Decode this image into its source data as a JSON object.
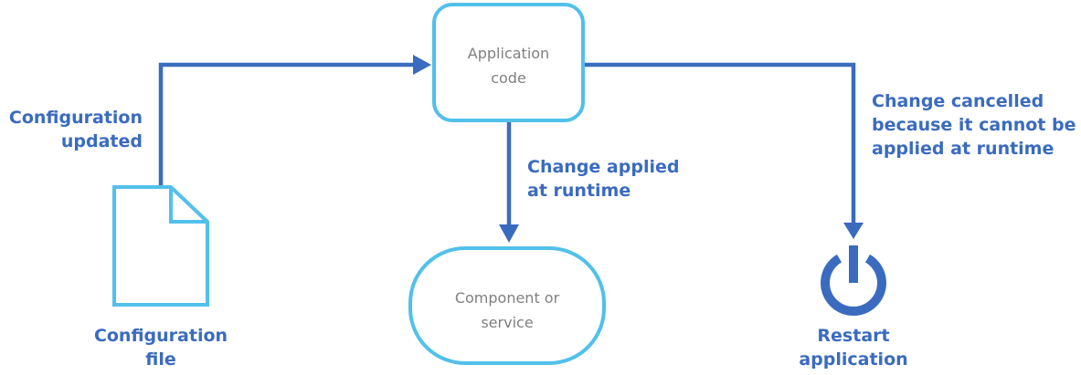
{
  "colors": {
    "box_stroke": "#51c0ea",
    "arrow": "#3a6bbf",
    "label_text": "#3a6bbf",
    "box_text": "#808080"
  },
  "nodes": {
    "application_code": {
      "lines": [
        "Application",
        "code"
      ]
    },
    "component": {
      "lines": [
        "Component or",
        "service"
      ]
    },
    "config_file": {
      "icon": "document-icon",
      "lines": [
        "Configuration",
        "file"
      ]
    },
    "restart": {
      "icon": "power-icon",
      "lines": [
        "Restart",
        "application"
      ]
    }
  },
  "edges": {
    "config_to_app": {
      "lines": [
        "Configuration",
        "updated"
      ]
    },
    "app_to_component": {
      "lines": [
        "Change applied",
        "at runtime"
      ]
    },
    "app_to_restart": {
      "lines": [
        "Change cancelled",
        "because it cannot be",
        "applied at runtime"
      ]
    }
  }
}
